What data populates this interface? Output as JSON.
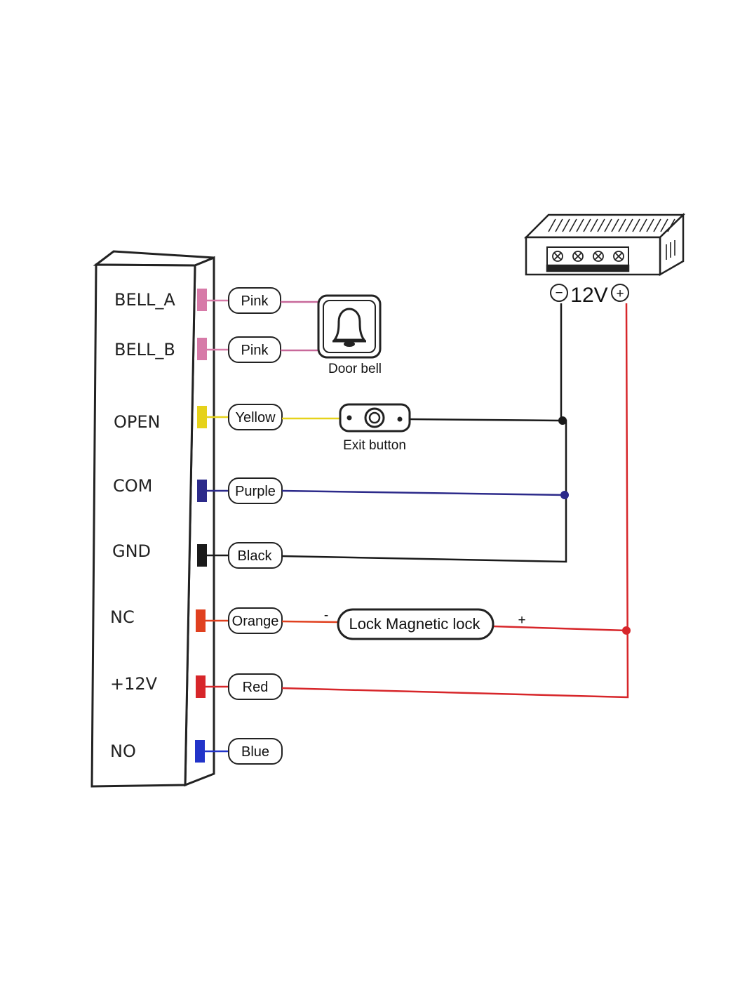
{
  "terminals": [
    {
      "name": "BELL_A",
      "wire": "Pink",
      "color": "#d77aa8"
    },
    {
      "name": "BELL_B",
      "wire": "Pink",
      "color": "#d77aa8"
    },
    {
      "name": "OPEN",
      "wire": "Yellow",
      "color": "#e6d21a"
    },
    {
      "name": "COM",
      "wire": "Purple",
      "color": "#2c2a8a"
    },
    {
      "name": "GND",
      "wire": "Black",
      "color": "#1a1a1a"
    },
    {
      "name": "NC",
      "wire": "Orange",
      "color": "#e0401f"
    },
    {
      "name": "+12V",
      "wire": "Red",
      "color": "#d7262a"
    },
    {
      "name": "NO",
      "wire": "Blue",
      "color": "#2234c9"
    }
  ],
  "devices": {
    "door_bell": "Door bell",
    "exit_button": "Exit button",
    "lock": "Lock Magnetic lock",
    "lock_minus": "-",
    "lock_plus": "+"
  },
  "power_supply": {
    "voltage": "12V",
    "minus": "−",
    "plus": "+"
  }
}
